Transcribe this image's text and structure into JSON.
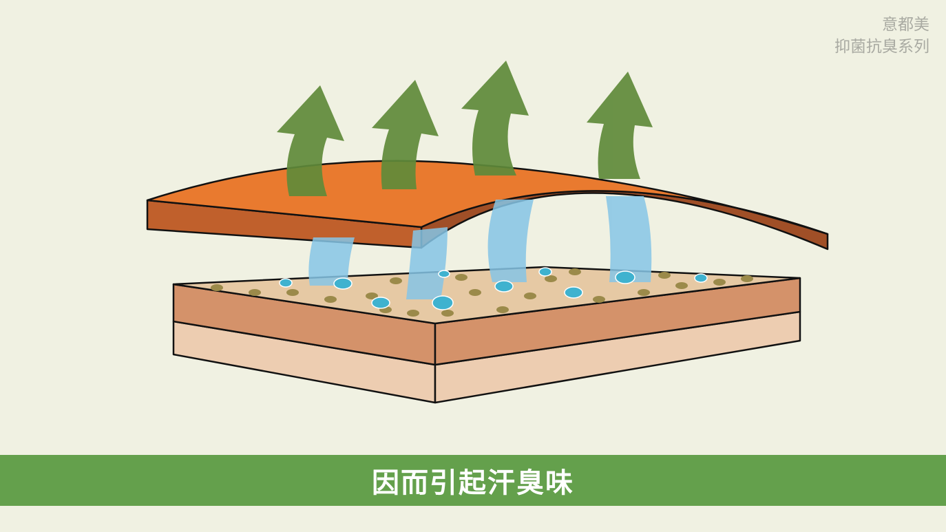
{
  "brand": {
    "line1": "意都美",
    "line2": "抑菌抗臭系列"
  },
  "caption": "因而引起汗臭味",
  "colors": {
    "background": "#f0f1e2",
    "caption_bar": "#64a04c",
    "arrow": "#5f8a3a",
    "vapor": "#86c5e6",
    "lid": "#e97a2f",
    "skin_top": "#e6c9a4",
    "skin_mid": "#d4926a",
    "skin_low": "#edcdb1"
  }
}
